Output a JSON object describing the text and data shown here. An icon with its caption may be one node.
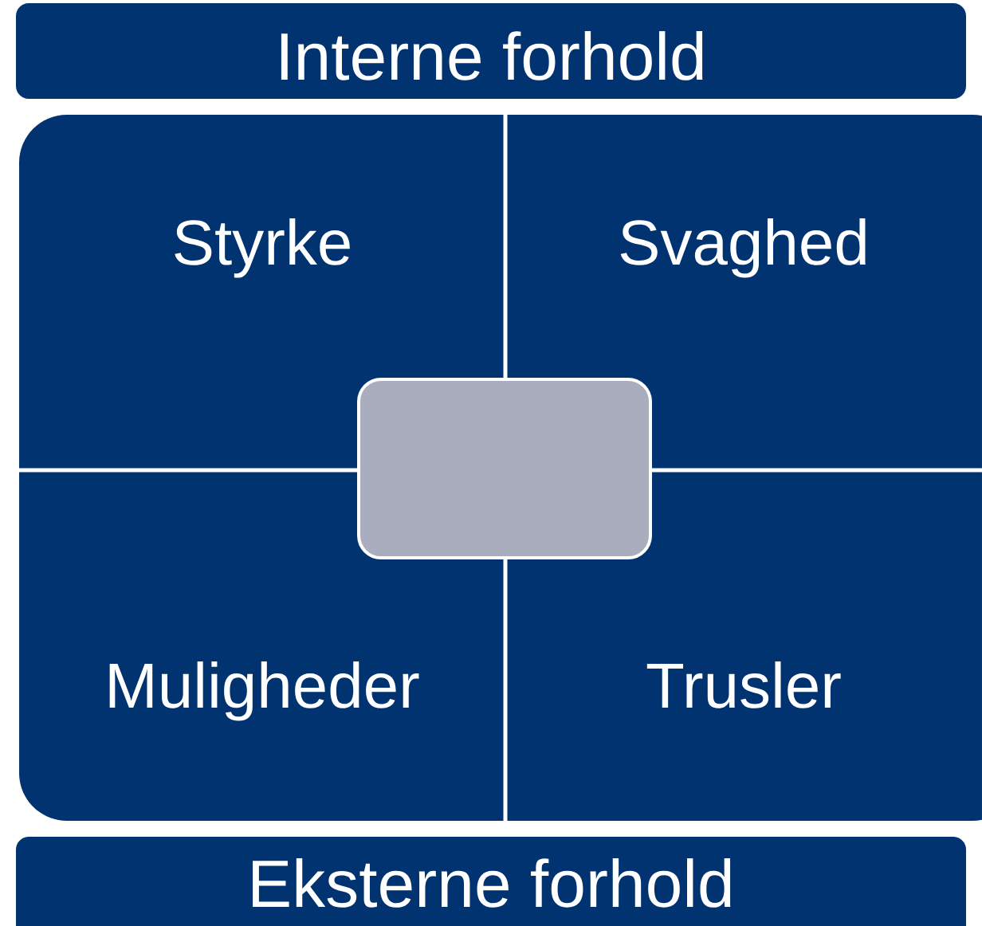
{
  "diagram": {
    "nodes": [
      {
        "text": [
          "Interne forhold"
        ]
      },
      {
        "text": [
          "Styrke"
        ]
      },
      {
        "text": [
          "Svaghed"
        ]
      },
      {
        "text": [
          "Muligheder"
        ]
      },
      {
        "text": [
          "Trusler"
        ]
      },
      {
        "text": [],
        "shape": "box"
      },
      {
        "text": [
          "Eksterne forhold"
        ]
      }
    ]
  }
}
